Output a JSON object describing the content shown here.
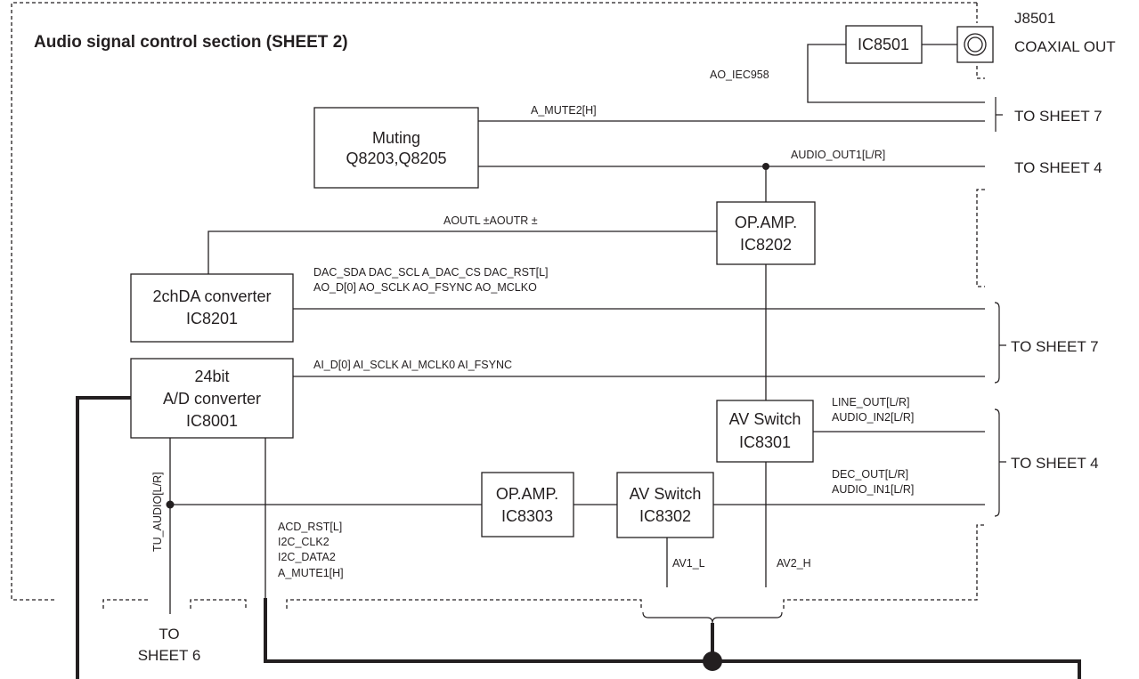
{
  "title": "Audio signal control section (SHEET 2)",
  "connector": {
    "ref": "J8501",
    "label": "COAXIAL OUT"
  },
  "blocks": {
    "ic8501": "IC8501",
    "muting": [
      "Muting",
      "Q8203,Q8205"
    ],
    "opamp_ic8202": [
      "OP.AMP.",
      "IC8202"
    ],
    "dac_ic8201": [
      "2chDA converter",
      "IC8201"
    ],
    "adc_ic8001": [
      "24bit",
      "A/D converter",
      "IC8001"
    ],
    "avswitch_ic8301": [
      "AV Switch",
      "IC8301"
    ],
    "opamp_ic8303": [
      "OP.AMP.",
      "IC8303"
    ],
    "avswitch_ic8302": [
      "AV Switch",
      "IC8302"
    ]
  },
  "signals": {
    "ao_iec958": "AO_IEC958",
    "a_mute2": "A_MUTE2[H]",
    "audio_out1": "AUDIO_OUT1[L/R]",
    "aoutl": "AOUTL ±AOUTR ±",
    "dac_line1": "DAC_SDA DAC_SCL A_DAC_CS DAC_RST[L]",
    "dac_line2": "AO_D[0] AO_SCLK AO_FSYNC AO_MCLKO",
    "adc_line": "AI_D[0] AI_SCLK AI_MCLK0 AI_FSYNC",
    "line_out": "LINE_OUT[L/R]",
    "audio_in2": "AUDIO_IN2[L/R]",
    "dec_out": "DEC_OUT[L/R]",
    "audio_in1": "AUDIO_IN1[L/R]",
    "tu_audio": "TU_AUDIO[L/R]",
    "ctrl_lines": [
      "ACD_RST[L]",
      "I2C_CLK2",
      "I2C_DATA2",
      "A_MUTE1[H]"
    ],
    "av1_l": "AV1_L",
    "av2_h": "AV2_H"
  },
  "destinations": {
    "sheet7_top": "TO SHEET 7",
    "sheet4_top": "TO SHEET 4",
    "sheet7_mid": "TO SHEET 7",
    "sheet4_bottom": "TO SHEET 4",
    "sheet6": [
      "TO",
      "SHEET 6"
    ]
  }
}
